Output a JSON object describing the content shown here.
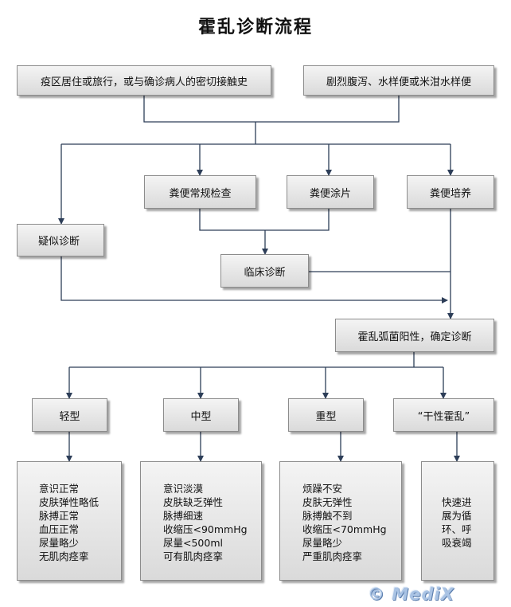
{
  "title": "霍乱诊断流程",
  "nodes": {
    "history": "疫区居住或旅行，或与确诊病人的密切接触史",
    "symptoms": "剧烈腹泻、水样便或米泔水样便",
    "suspect": "疑似诊断",
    "stool_routine": "粪便常规检查",
    "stool_smear": "粪便涂片",
    "stool_culture": "粪便培养",
    "clinical": "临床诊断",
    "confirmed": "霍乱弧菌阳性，确定诊断",
    "mild": "轻型",
    "moderate": "中型",
    "severe": "重型",
    "dry": "“干性霍乱”"
  },
  "details": {
    "mild": [
      "意识正常",
      "皮肤弹性略低",
      "脉搏正常",
      "血压正常",
      "尿量略少",
      "无肌肉痉挛"
    ],
    "moderate": [
      "意识淡漠",
      "皮肤缺乏弹性",
      "脉搏细速",
      "收缩压<90mmHg",
      "尿量<500ml",
      "可有肌肉痉挛"
    ],
    "severe": [
      "烦躁不安",
      "皮肤无弹性",
      "脉搏触不到",
      "收缩压<70mmHg",
      "尿量略少",
      "严重肌肉痉挛"
    ],
    "dry": [
      "快速进",
      "展为循",
      "环、呼",
      "吸衰竭"
    ]
  },
  "watermark": "© MediX",
  "colors": {
    "line": "#2d3e58",
    "box_border": "#8c8c8c"
  }
}
